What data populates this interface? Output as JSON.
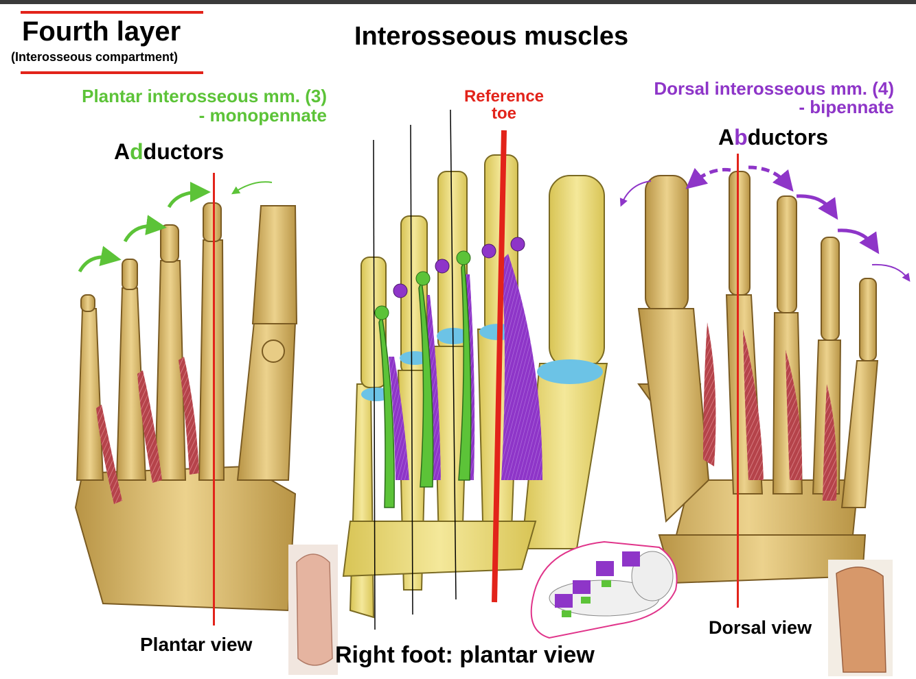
{
  "header": {
    "title": "Fourth layer",
    "subtitle": "(Interosseous compartment)",
    "main_title": "Interosseous muscles"
  },
  "left_panel": {
    "heading_line1": "Plantar interosseous mm. (3)",
    "heading_line2": "- monopennate",
    "role_pre": "A",
    "role_highlight": "d",
    "role_post": "ductors",
    "caption": "Plantar view"
  },
  "center_panel": {
    "reference_line1": "Reference",
    "reference_line2": "toe",
    "caption": "Right foot: plantar view"
  },
  "right_panel": {
    "heading_line1": "Dorsal interosseous mm. (4)",
    "heading_line2": "- bipennate",
    "role_pre": "A",
    "role_highlight": "b",
    "role_post": "ductors",
    "caption": "Dorsal view"
  },
  "colors": {
    "plantar_green": "#5cc338",
    "dorsal_purple": "#8e35c8",
    "reference_red": "#e2231a",
    "bone": "#dcc07a",
    "muscle": "#b5434a",
    "cartilage": "#6cc3e6"
  },
  "icons": {
    "adduction_arrow": "curved-arrow-right",
    "abduction_arrow": "curved-arrow"
  }
}
